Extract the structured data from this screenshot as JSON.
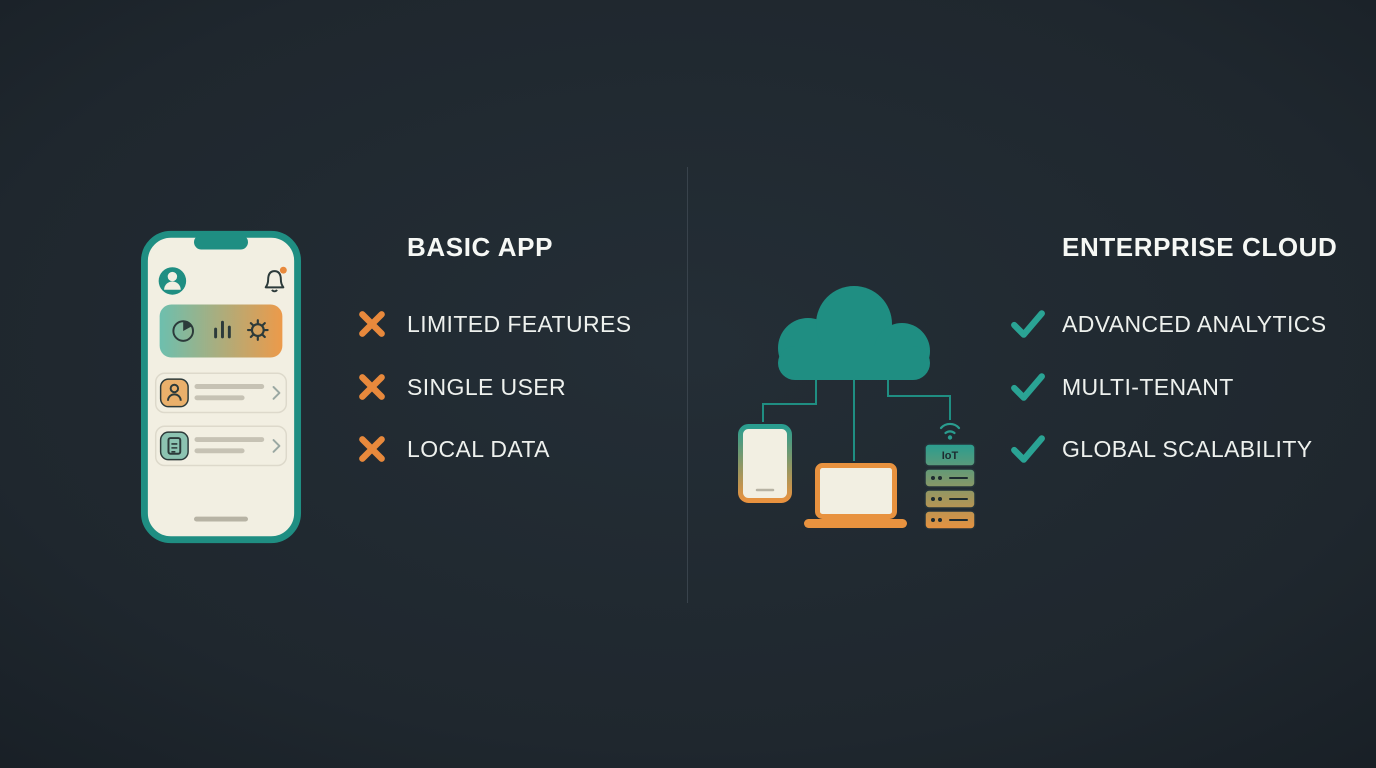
{
  "comparison": {
    "left": {
      "title": "BASIC APP",
      "bullet_icon": "cross-icon",
      "illustration": "smartphone-app-mockup",
      "items": [
        "LIMITED FEATURES",
        "SINGLE USER",
        "LOCAL DATA"
      ]
    },
    "right": {
      "title": "ENTERPRISE CLOUD",
      "bullet_icon": "check-icon",
      "illustration": "cloud-devices-network",
      "server_label": "IoT",
      "items": [
        "ADVANCED ANALYTICS",
        "MULTI-TENANT",
        "GLOBAL SCALABILITY"
      ]
    }
  },
  "colors": {
    "background": "#212a31",
    "teal": "#1f8e82",
    "teal_bright": "#2aa394",
    "orange": "#e8893c",
    "cream": "#f2efe2",
    "text": "#f2f4f1",
    "divider": "#39434c"
  }
}
